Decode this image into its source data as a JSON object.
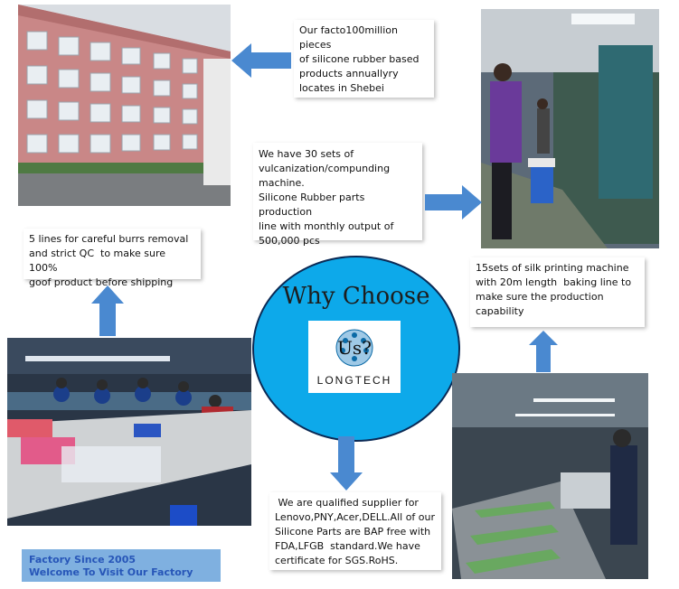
{
  "notes": {
    "factory": "Our facto100million pieces\nof silicone rubber based\nproducts annuallyry\nlocates in Shebei",
    "vulcanization": "We have 30 sets of\nvulcanization/compunding\nmachine.\nSilicone Rubber parts production\nline with monthly output of\n500,000 pcs",
    "burrs": "5 lines for careful burrs removal\nand strict QC  to make sure 100%\ngoof product before shipping",
    "silk_printing": "15sets of silk printing machine\nwith 20m length  baking line to\nmake sure the production\ncapability",
    "supplier": " We are qualified supplier for\nLenovo,PNY,Acer,DELL.All of our\nSilicone Parts are BAP free with\nFDA,LFGB  standard.We have\ncertificate for SGS.RoHS."
  },
  "circle": {
    "title": "Why Choose",
    "logo_text": "Us?",
    "logo_arc": "LONGTECH"
  },
  "banner": {
    "line1": "Factory Since 2005",
    "line2": "Welcome To Visit Our Factory"
  },
  "colors": {
    "arrow": "#4a89d0",
    "circle": "#0da9ea",
    "banner": "#7fb0e0",
    "banner_text": "#2756b8"
  }
}
